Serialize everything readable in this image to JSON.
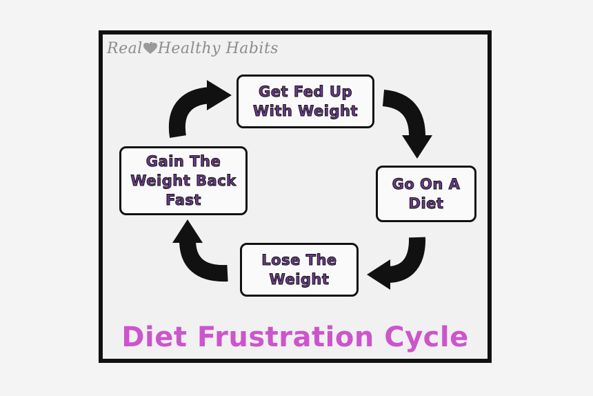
{
  "brand": {
    "text_before": "Real",
    "text_after": "Healthy Habits",
    "icon": "apple-heart-icon"
  },
  "steps": [
    {
      "line1": "Get Fed Up",
      "line2": "With Weight",
      "line3": ""
    },
    {
      "line1": "Go On A",
      "line2": "Diet",
      "line3": ""
    },
    {
      "line1": "Lose The",
      "line2": "Weight",
      "line3": ""
    },
    {
      "line1": "Gain The",
      "line2": "Weight Back",
      "line3": "Fast"
    }
  ],
  "caption": "Diet Frustration Cycle",
  "colors": {
    "step_text": "#6b3a8a",
    "caption": "#cc55cc",
    "arrow": "#111111",
    "frame": "#111111"
  }
}
